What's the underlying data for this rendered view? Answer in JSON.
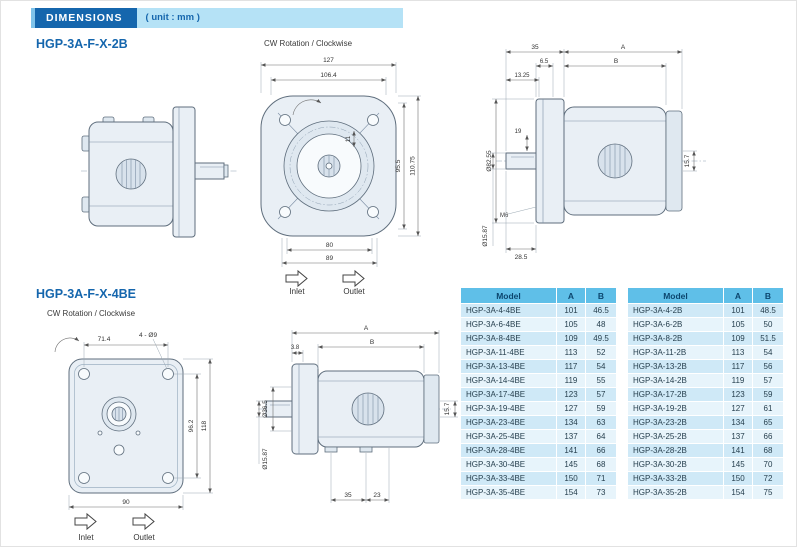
{
  "banner": {
    "title": "DIMENSIONS",
    "unit": "( unit : mm )"
  },
  "s1": {
    "title": "HGP-3A-F-X-2B",
    "rotation": "CW Rotation / Clockwise",
    "inlet": "Inlet",
    "outlet": "Outlet",
    "front": {
      "w1": "127",
      "w2": "106.4",
      "h1": "95.5",
      "h2": "110.75",
      "h3": "11",
      "b1": "80",
      "b2": "89"
    },
    "side": {
      "t1": "35",
      "tA": "A",
      "t2": "6.5",
      "tB": "B",
      "t3": "13.25",
      "d19": "19",
      "dia1": "Ø82.55",
      "r1": "15.7",
      "m6": "M6",
      "b1": "28.5",
      "dia2": "Ø15.87"
    }
  },
  "s2": {
    "title": "HGP-3A-F-X-4BE",
    "rotation": "CW Rotation / Clockwise",
    "inlet": "Inlet",
    "outlet": "Outlet",
    "front": {
      "w1": "71.4",
      "holes": "4 - Ø9",
      "h1": "96.2",
      "h2": "118",
      "b1": "90"
    },
    "side": {
      "tA": "A",
      "tB": "B",
      "t1": "3.8",
      "dia1": "Ø36.5",
      "r1": "15.7",
      "dia2": "Ø15.87",
      "b1": "35",
      "b2": "23"
    }
  },
  "table1": {
    "headers": [
      "Model",
      "A",
      "B"
    ],
    "rows": [
      [
        "HGP-3A-4-4BE",
        "101",
        "46.5"
      ],
      [
        "HGP-3A-6-4BE",
        "105",
        "48"
      ],
      [
        "HGP-3A-8-4BE",
        "109",
        "49.5"
      ],
      [
        "HGP-3A-11-4BE",
        "113",
        "52"
      ],
      [
        "HGP-3A-13-4BE",
        "117",
        "54"
      ],
      [
        "HGP-3A-14-4BE",
        "119",
        "55"
      ],
      [
        "HGP-3A-17-4BE",
        "123",
        "57"
      ],
      [
        "HGP-3A-19-4BE",
        "127",
        "59"
      ],
      [
        "HGP-3A-23-4BE",
        "134",
        "63"
      ],
      [
        "HGP-3A-25-4BE",
        "137",
        "64"
      ],
      [
        "HGP-3A-28-4BE",
        "141",
        "66"
      ],
      [
        "HGP-3A-30-4BE",
        "145",
        "68"
      ],
      [
        "HGP-3A-33-4BE",
        "150",
        "71"
      ],
      [
        "HGP-3A-35-4BE",
        "154",
        "73"
      ]
    ]
  },
  "table2": {
    "headers": [
      "Model",
      "A",
      "B"
    ],
    "rows": [
      [
        "HGP-3A-4-2B",
        "101",
        "48.5"
      ],
      [
        "HGP-3A-6-2B",
        "105",
        "50"
      ],
      [
        "HGP-3A-8-2B",
        "109",
        "51.5"
      ],
      [
        "HGP-3A-11-2B",
        "113",
        "54"
      ],
      [
        "HGP-3A-13-2B",
        "117",
        "56"
      ],
      [
        "HGP-3A-14-2B",
        "119",
        "57"
      ],
      [
        "HGP-3A-17-2B",
        "123",
        "59"
      ],
      [
        "HGP-3A-19-2B",
        "127",
        "61"
      ],
      [
        "HGP-3A-23-2B",
        "134",
        "65"
      ],
      [
        "HGP-3A-25-2B",
        "137",
        "66"
      ],
      [
        "HGP-3A-28-2B",
        "141",
        "68"
      ],
      [
        "HGP-3A-30-2B",
        "145",
        "70"
      ],
      [
        "HGP-3A-33-2B",
        "150",
        "72"
      ],
      [
        "HGP-3A-35-2B",
        "154",
        "75"
      ]
    ]
  }
}
